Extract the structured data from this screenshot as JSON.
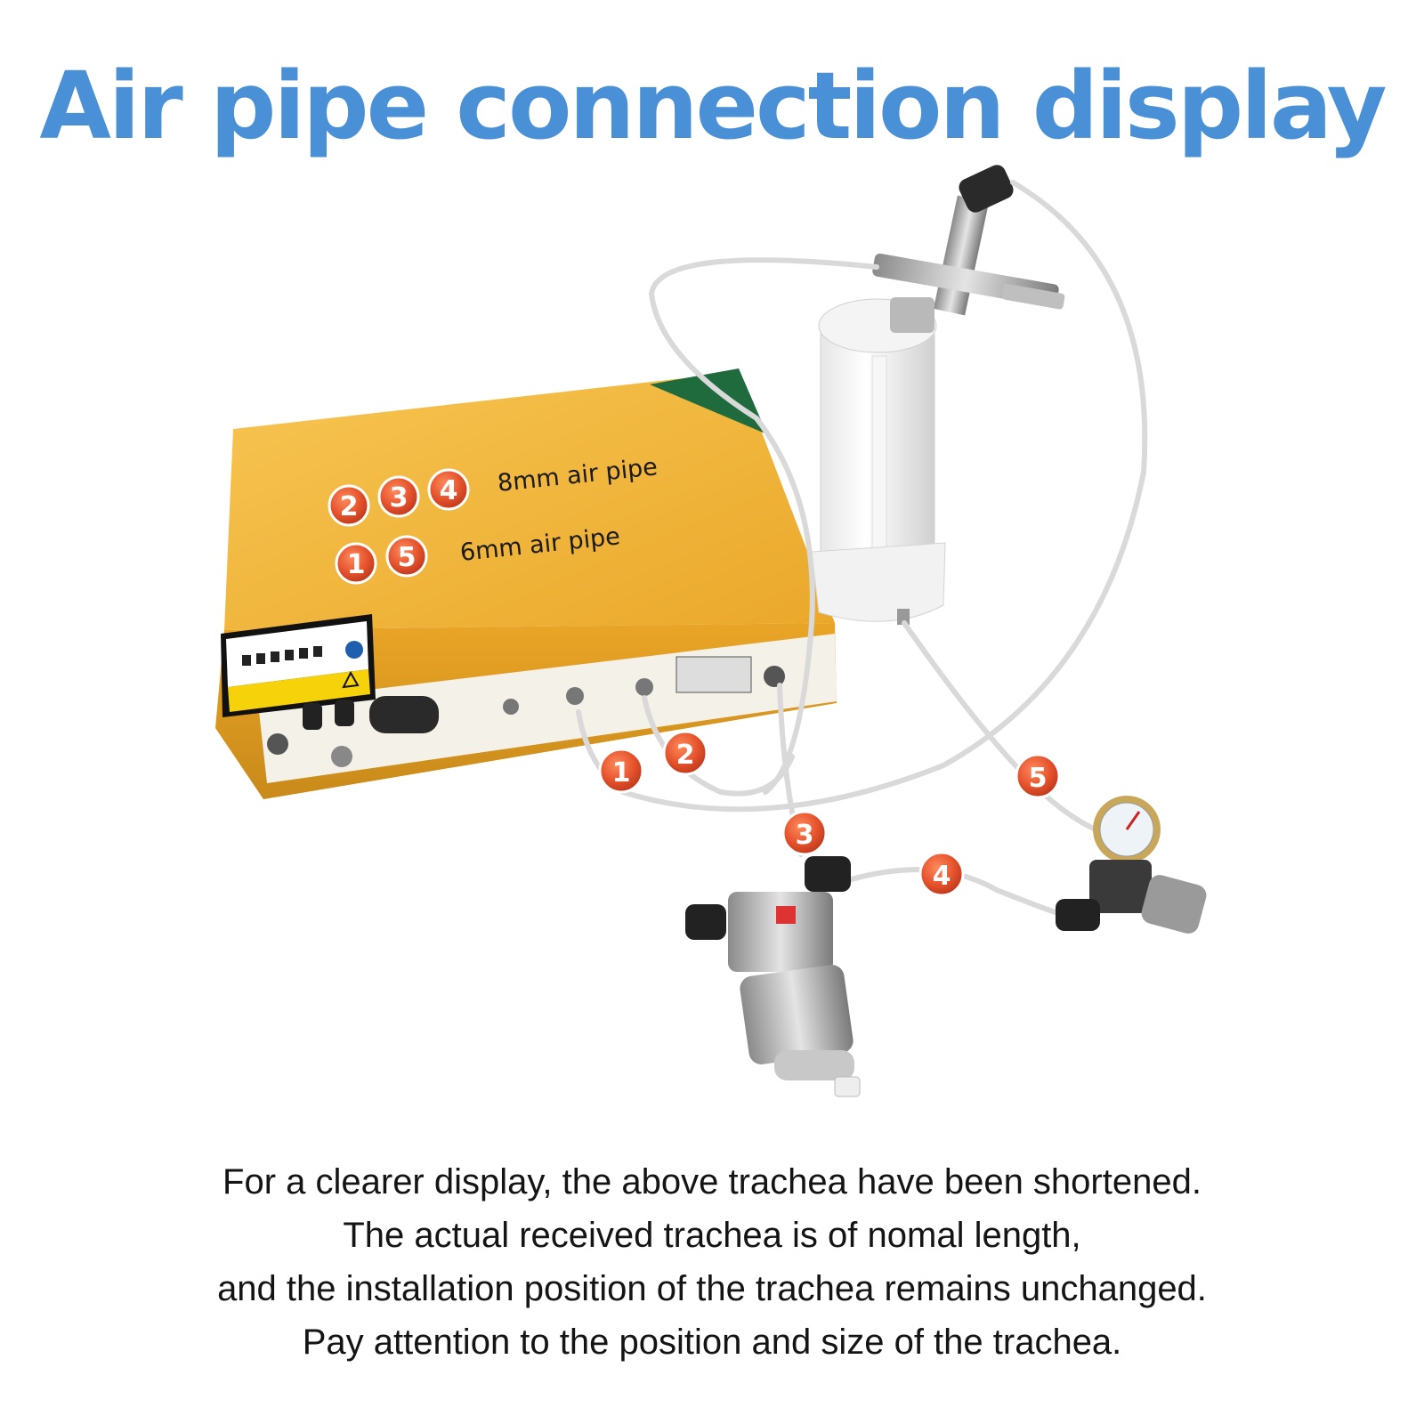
{
  "title": "Air pipe connection display",
  "legend": {
    "row_8mm": {
      "numbers": [
        "2",
        "3",
        "4"
      ],
      "label": "8mm air pipe"
    },
    "row_6mm": {
      "numbers": [
        "1",
        "5"
      ],
      "label": "6mm air pipe"
    }
  },
  "callouts": [
    "1",
    "2",
    "3",
    "4",
    "5"
  ],
  "caption": [
    "For a clearer display, the above trachea have been shortened.",
    "The actual received trachea is of nomal length,",
    "and the installation position of the trachea remains unchanged.",
    "Pay attention to the position and size of the trachea."
  ],
  "colors": {
    "title": "#4a90d6",
    "badge": "#e3502a",
    "box": "#f2b83a",
    "text": "#141414"
  }
}
